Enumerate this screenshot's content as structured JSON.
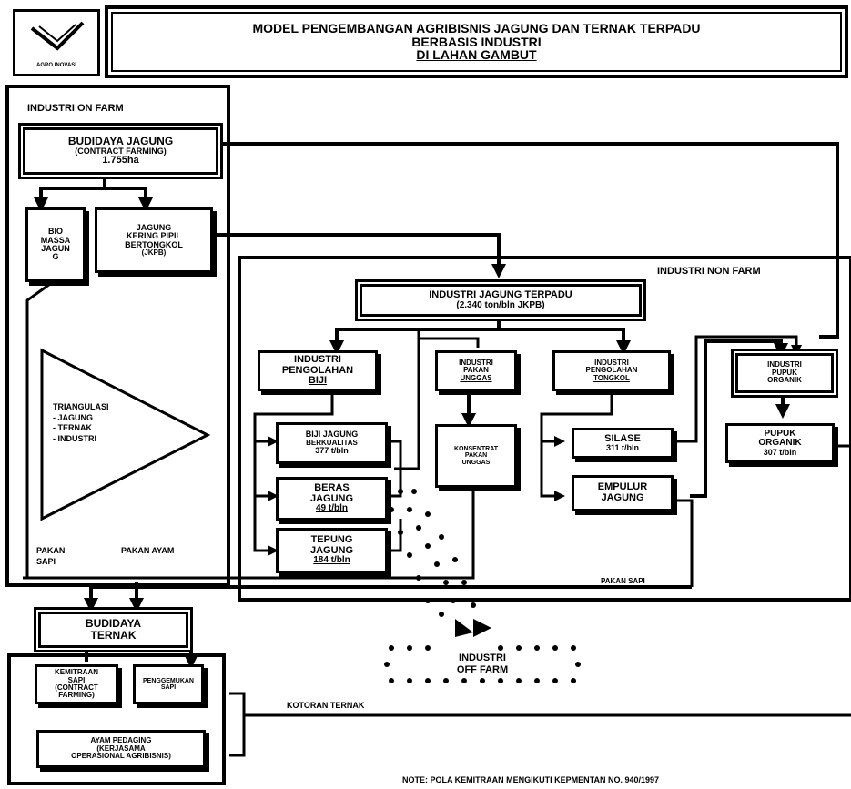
{
  "header": {
    "logo_text": "AGRO INOVASI",
    "title_line1": "MODEL PENGEMBANGAN AGRIBISNIS JAGUNG DAN TERNAK TERPADU",
    "title_line2": "BERBASIS INDUSTRI",
    "title_line3": "DI LAHAN GAMBUT"
  },
  "on_farm": {
    "section_title": "INDUSTRI ON FARM",
    "budidaya_jagung": {
      "line1": "BUDIDAYA JAGUNG",
      "line2": "(CONTRACT FARMING)",
      "line3": "1.755ha"
    },
    "bio_massa": {
      "line1": "BIO",
      "line2": "MASSA",
      "line3": "JAGUN",
      "line4": "G"
    },
    "jagung_kering": {
      "line1": "JAGUNG",
      "line2": "KERING PIPIL",
      "line3": "BERTONGKOL",
      "line4": "(JKPB)"
    },
    "triangulasi": {
      "title": "TRIANGULASI",
      "item1": "- JAGUNG",
      "item2": "- TERNAK",
      "item3": "- INDUSTRI"
    },
    "pakan_sapi": {
      "line1": "PAKAN",
      "line2": "SAPI"
    },
    "pakan_ayam": "PAKAN AYAM",
    "budidaya_ternak": {
      "line1": "BUDIDAYA",
      "line2": "TERNAK"
    },
    "kemitraan_box": {
      "line1": "KEMITRAAN",
      "line2": "SAPI",
      "line3": "(CONTRACT",
      "line4": "FARMING)"
    },
    "penggemukan_box": {
      "line1": "PENGGEMUKAN",
      "line2": "SAPI"
    },
    "ayam_pedaging": {
      "line1": "AYAM PEDAGING",
      "line2": "(KERJASAMA",
      "line3": "OPERASIONAL AGRIBISNIS)"
    }
  },
  "non_farm": {
    "section_title": "INDUSTRI NON FARM",
    "terpadu": {
      "line1": "INDUSTRI JAGUNG TERPADU",
      "line2": "(2.340 ton/bln JKPB)"
    },
    "pengolahan_biji": {
      "line1": "INDUSTRI",
      "line2": "PENGOLAHAN",
      "line3": "BIJI"
    },
    "pakan_unggas": {
      "line1": "INDUSTRI",
      "line2": "PAKAN",
      "line3": "UNGGAS"
    },
    "pengolahan_tongkol": {
      "line1": "INDUSTRI",
      "line2": "PENGOLAHAN",
      "line3": "TONGKOL"
    },
    "pupuk_organik_ind": {
      "line1": "INDUSTRI",
      "line2": "PUPUK",
      "line3": "ORGANIK"
    },
    "biji_berkualitas": {
      "line1": "BIJI JAGUNG",
      "line2": "BERKUALITAS",
      "line3": "377 t/bln"
    },
    "beras_jagung": {
      "line1": "BERAS",
      "line2": "JAGUNG",
      "line3": "49 t/bln"
    },
    "tepung_jagung": {
      "line1": "TEPUNG",
      "line2": "JAGUNG",
      "line3": "184 t/bln"
    },
    "konsentrat": {
      "line1": "KONSENTRAT",
      "line2": "PAKAN",
      "line3": "UNGGAS"
    },
    "silase": {
      "line1": "SILASE",
      "line2": "311 t/bln"
    },
    "empulur": {
      "line1": "EMPULUR",
      "line2": "JAGUNG"
    },
    "pupuk_organik": {
      "line1": "PUPUK",
      "line2": "ORGANIK",
      "line3": "307 t/bln"
    },
    "pakan_sapi_label": "PAKAN SAPI"
  },
  "off_farm": {
    "line1": "INDUSTRI",
    "line2": "OFF FARM"
  },
  "kotoran_ternak": "KOTORAN TERNAK",
  "note": "NOTE: POLA KEMITRAAN MENGIKUTI KEPMENTAN NO. 940/1997"
}
